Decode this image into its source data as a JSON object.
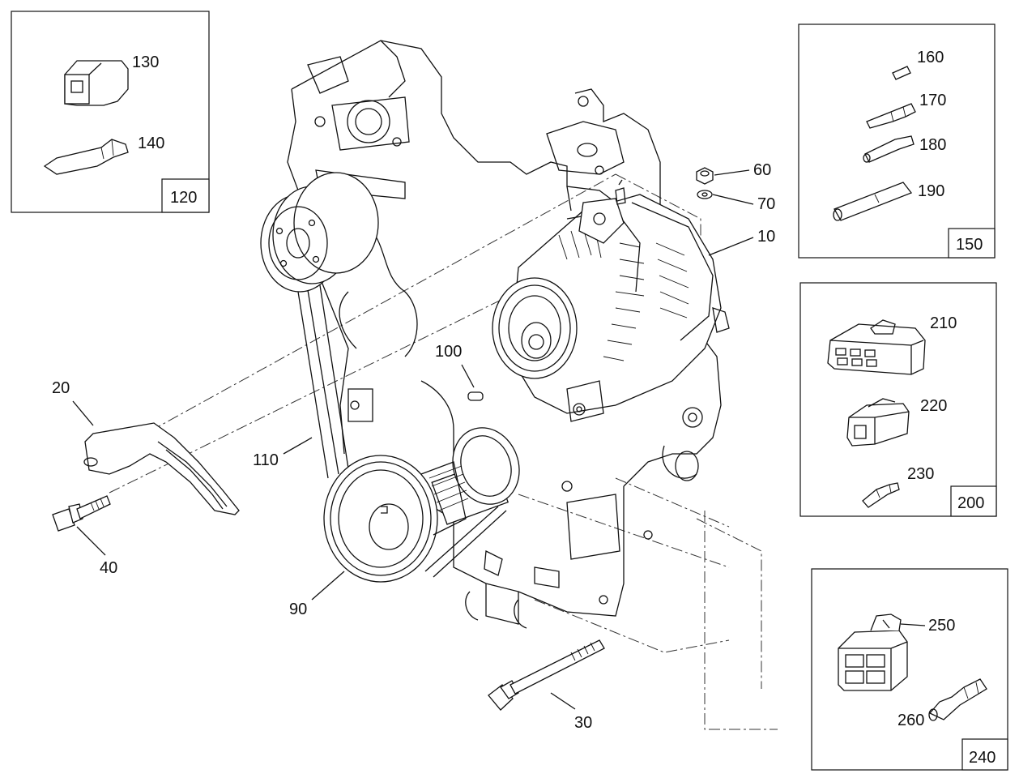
{
  "callouts": {
    "c10": "10",
    "c20": "20",
    "c30": "30",
    "c40": "40",
    "c60": "60",
    "c70": "70",
    "c90": "90",
    "c100": "100",
    "c110": "110"
  },
  "insets": {
    "box120": {
      "tag": "120",
      "items": {
        "c130": "130",
        "c140": "140"
      }
    },
    "box150": {
      "tag": "150",
      "items": {
        "c160": "160",
        "c170": "170",
        "c180": "180",
        "c190": "190"
      }
    },
    "box200": {
      "tag": "200",
      "items": {
        "c210": "210",
        "c220": "220",
        "c230": "230"
      }
    },
    "box240": {
      "tag": "240",
      "items": {
        "c250": "250",
        "c260": "260"
      }
    }
  }
}
